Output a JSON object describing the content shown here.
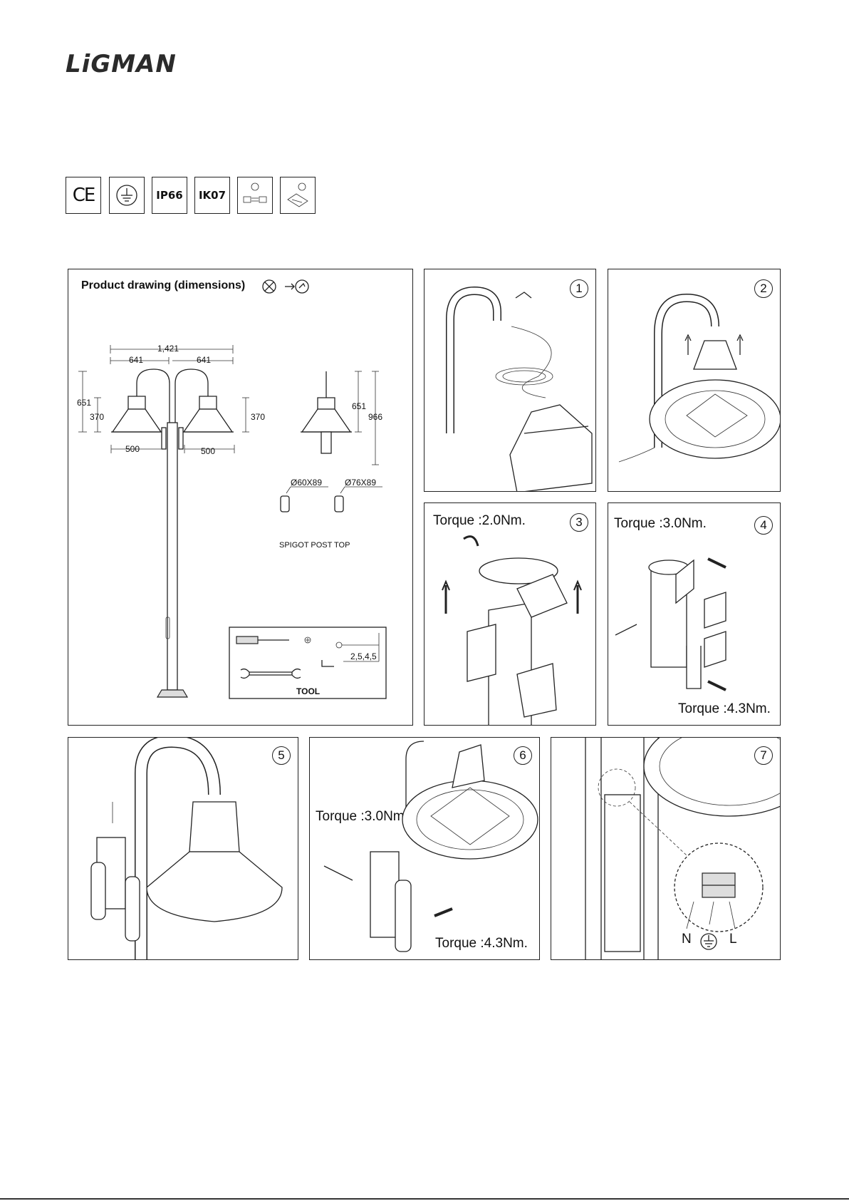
{
  "brand": {
    "name": "LiGMAN"
  },
  "certifications": [
    {
      "icon": "ce-mark-icon",
      "label": "CE"
    },
    {
      "icon": "earth-ground-icon",
      "label": ""
    },
    {
      "icon": "ip-rating-icon",
      "label": "IP66"
    },
    {
      "icon": "ik-rating-icon",
      "label": "IK07"
    },
    {
      "icon": "replaceable-light-source-icon",
      "label": ""
    },
    {
      "icon": "replaceable-driver-icon",
      "label": ""
    }
  ],
  "product_drawing": {
    "title": "Product drawing (dimensions)",
    "dimensions": {
      "total_width": "1,421",
      "arm_left": "641",
      "arm_right": "641",
      "height_left": "651",
      "head_left": "370",
      "head_right": "370",
      "diameter_left": "500",
      "diameter_right": "500",
      "side_height": "651",
      "side_total": "966"
    },
    "spigots": [
      "Ø60X89",
      "Ø76X89"
    ],
    "spigot_caption": "SPIGOT POST TOP",
    "tool_box": {
      "hex_sizes": "2,5,4,5",
      "caption": "TOOL"
    }
  },
  "steps": [
    {
      "number": "1",
      "torque": ""
    },
    {
      "number": "2",
      "torque": ""
    },
    {
      "number": "3",
      "torque": "Torque :2.0Nm."
    },
    {
      "number": "4",
      "torque": "Torque :3.0Nm.",
      "torque2": "Torque :4.3Nm."
    },
    {
      "number": "5",
      "torque": ""
    },
    {
      "number": "6",
      "torque": "Torque :3.0Nm.",
      "torque2": "Torque :4.3Nm."
    },
    {
      "number": "7",
      "torque": "",
      "wiring": {
        "neutral": "N",
        "live": "L"
      }
    }
  ]
}
